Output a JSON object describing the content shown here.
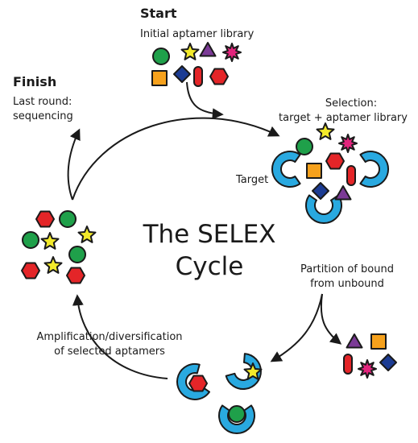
{
  "diagram": {
    "start": {
      "heading": "Start",
      "caption": "Initial aptamer library"
    },
    "finish": {
      "heading": "Finish",
      "caption_line1": "Last round:",
      "caption_line2": "sequencing"
    },
    "selection": {
      "line1": "Selection:",
      "line2": "target + aptamer library"
    },
    "target_label": "Target",
    "partition": {
      "line1": "Partition of bound",
      "line2": "from unbound"
    },
    "amplification": {
      "line1": "Amplification/diversification",
      "line2": "of selected aptamers"
    },
    "title": {
      "line1": "The SELEX",
      "line2": "Cycle"
    }
  },
  "colors": {
    "target": "#29a9e0",
    "green": "#1fa04a",
    "yellow": "#f3ea2a",
    "purple": "#7b3a96",
    "magenta": "#e2247c",
    "orange": "#f6a11c",
    "blue": "#1c3c93",
    "red": "#e42528",
    "outline": "#1a1a1a"
  }
}
